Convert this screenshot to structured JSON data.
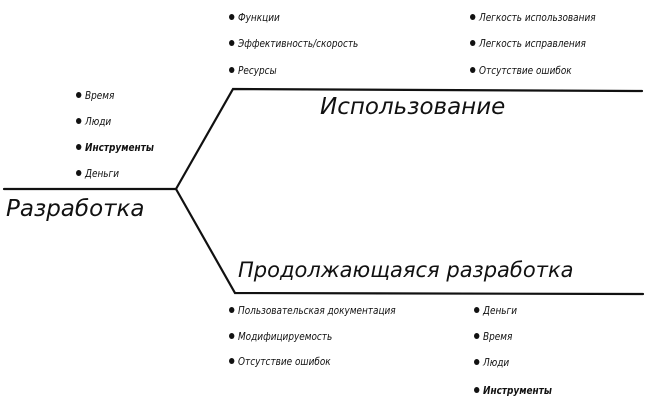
{
  "root": {
    "label": "Разработка"
  },
  "resources_left": [
    "Время",
    "Люди",
    "Инструменты",
    "Деньги"
  ],
  "branch_use": {
    "label": "Использование",
    "col1": [
      "Функции",
      "Эффективность/скорость",
      "Ресурсы"
    ],
    "col2": [
      "Легкость использования",
      "Легкость исправления",
      "Отсутствие ошибок"
    ]
  },
  "branch_maint": {
    "label": "Продолжающаяся разработка",
    "col1": [
      "Пользовательская документация",
      "Модифицируемость",
      "Отсутствие ошибок"
    ],
    "col2": [
      "Деньги",
      "Время",
      "Люди",
      "Инструменты"
    ]
  },
  "colors": {
    "ink": "#111111",
    "background": "#ffffff"
  }
}
